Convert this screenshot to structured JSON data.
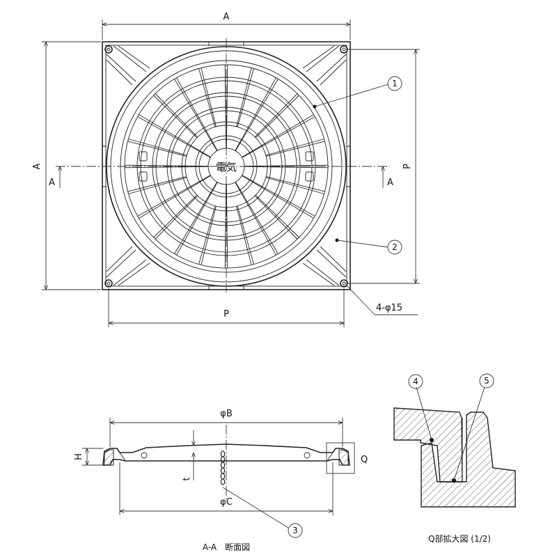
{
  "top_view": {
    "dim_width": "A",
    "dim_height": "A",
    "dim_pitch_bottom": "P",
    "dim_pitch_right": "P",
    "section_mark_left": "A",
    "section_mark_right": "A",
    "center_text": "電気",
    "hole_note": "4-φ15"
  },
  "balloons": [
    "1",
    "2",
    "3",
    "4",
    "5"
  ],
  "section_view": {
    "dim_dia_b": "φB",
    "dim_dia_c": "φC",
    "dim_h": "H",
    "dim_t": "t",
    "detail_mark": "Q",
    "caption": "A-A　断面図"
  },
  "detail_view": {
    "caption": "Q部拡大図 (1/2)"
  }
}
